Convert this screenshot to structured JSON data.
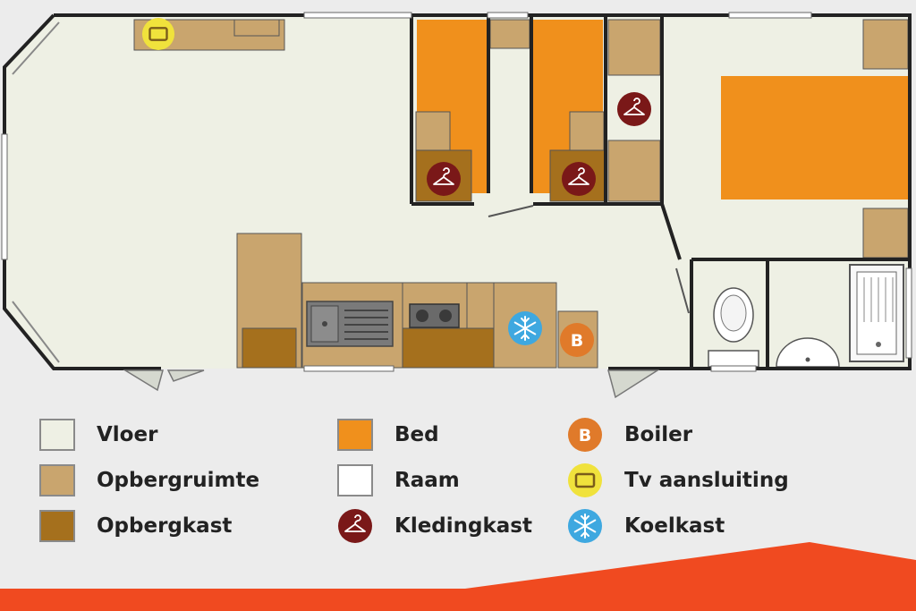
{
  "legend": {
    "floor": {
      "label": "Vloer",
      "color": "#eef0e4"
    },
    "storage": {
      "label": "Opbergruimte",
      "color": "#c9a56e"
    },
    "cupboard": {
      "label": "Opbergkast",
      "color": "#a5701d"
    },
    "bed": {
      "label": "Bed",
      "color": "#f0901c"
    },
    "window": {
      "label": "Raam",
      "color": "#ffffff"
    },
    "wardrobe": {
      "label": "Kledingkast",
      "color": "#7a1818"
    },
    "boiler": {
      "label": "Boiler",
      "color": "#e07a2a",
      "letter": "B"
    },
    "tv": {
      "label": "Tv aansluiting",
      "color": "#f0e23c"
    },
    "fridge": {
      "label": "Koelkast",
      "color": "#3ea8e0"
    }
  },
  "icons": {
    "wardrobe": "hanger-icon",
    "fridge": "snowflake-icon",
    "tv": "tv-icon",
    "boiler": "boiler-icon"
  },
  "colors": {
    "wall": "#222222",
    "footer_accent": "#f04a20",
    "sink": "#7a7a7a"
  }
}
